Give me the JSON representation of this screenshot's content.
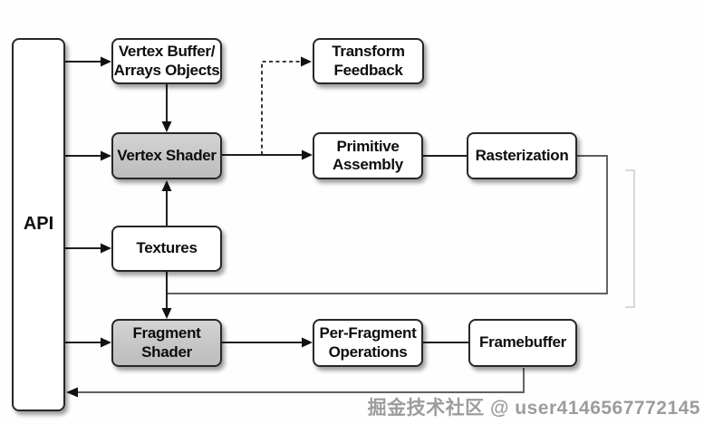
{
  "diagram": {
    "type": "flowchart",
    "nodes": {
      "api": {
        "label": "API",
        "fill": "white"
      },
      "vertex_buffer": {
        "line1": "Vertex Buffer/",
        "line2": "Arrays Objects",
        "fill": "white"
      },
      "transform_feedback": {
        "line1": "Transform",
        "line2": "Feedback",
        "fill": "white"
      },
      "vertex_shader": {
        "label": "Vertex Shader",
        "fill": "gray"
      },
      "primitive_assembly": {
        "line1": "Primitive",
        "line2": "Assembly",
        "fill": "white"
      },
      "rasterization": {
        "label": "Rasterization",
        "fill": "white"
      },
      "textures": {
        "label": "Textures",
        "fill": "white"
      },
      "fragment_shader": {
        "line1": "Fragment",
        "line2": "Shader",
        "fill": "gray"
      },
      "per_fragment_operations": {
        "line1": "Per-Fragment",
        "line2": "Operations",
        "fill": "white"
      },
      "framebuffer": {
        "label": "Framebuffer",
        "fill": "white"
      }
    },
    "edges": [
      {
        "from": "api",
        "to": "vertex_buffer",
        "style": "solid-arrow"
      },
      {
        "from": "api",
        "to": "vertex_shader",
        "style": "solid-arrow"
      },
      {
        "from": "api",
        "to": "textures",
        "style": "solid-arrow"
      },
      {
        "from": "api",
        "to": "fragment_shader",
        "style": "solid-arrow"
      },
      {
        "from": "vertex_buffer",
        "to": "vertex_shader",
        "style": "solid-arrow"
      },
      {
        "from": "textures",
        "to": "vertex_shader",
        "style": "solid-arrow"
      },
      {
        "from": "textures",
        "to": "fragment_shader",
        "style": "solid-arrow"
      },
      {
        "from": "vertex_shader",
        "to": "transform_feedback",
        "style": "dashed-arrow"
      },
      {
        "from": "vertex_shader",
        "to": "primitive_assembly",
        "style": "solid-arrow"
      },
      {
        "from": "primitive_assembly",
        "to": "rasterization",
        "style": "solid-line"
      },
      {
        "from": "rasterization",
        "to": "fragment_shader",
        "style": "solid-elbow"
      },
      {
        "from": "fragment_shader",
        "to": "per_fragment_operations",
        "style": "solid-arrow"
      },
      {
        "from": "per_fragment_operations",
        "to": "framebuffer",
        "style": "solid-line"
      },
      {
        "from": "framebuffer",
        "to": "api",
        "style": "solid-arrow-elbow"
      }
    ],
    "colors": {
      "box_border": "#272727",
      "gray_fill": "#c9c9c9",
      "white_fill": "#ffffff",
      "line": "#1f1f1f",
      "feedback_line": "#4a4a4a",
      "bracket_artifact": "#d8d8d8"
    }
  },
  "watermark": {
    "text": "掘金技术社区 @ user4146567772145"
  }
}
